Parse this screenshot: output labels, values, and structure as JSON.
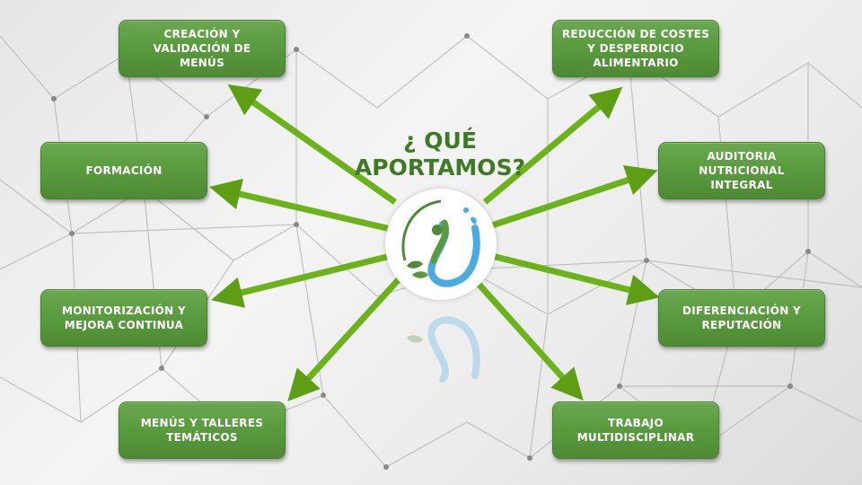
{
  "title": "¿ QUÉ\nAPORTAMOS?",
  "colors": {
    "box": "#5a9a3e",
    "arrow": "#6cb21a",
    "title": "#3e7a23",
    "logo_green": "#4f8a3a",
    "logo_blue": "#4aabe0"
  },
  "boxes": [
    {
      "id": "creacion",
      "label": "CREACIÓN Y\nVALIDACIÓN DE\nMENÚS"
    },
    {
      "id": "formacion",
      "label": "FORMACIÓN"
    },
    {
      "id": "monitorizacion",
      "label": "MONITORIZACIÓN Y\nMEJORA CONTINUA"
    },
    {
      "id": "menus-talleres",
      "label": "MENÚS Y TALLERES\nTEMÁTICOS"
    },
    {
      "id": "reduccion",
      "label": "REDUCCIÓN DE COSTES\nY DESPERDICIO\nALIMENTARIO"
    },
    {
      "id": "auditoria",
      "label": "AUDITORIA\nNUTRICIONAL\nINTEGRAL"
    },
    {
      "id": "diferenciacion",
      "label": "DIFERENCIACIÓN Y\nREPUTACIÓN"
    },
    {
      "id": "trabajo",
      "label": "TRABAJO\nMULTIDISCIPLINAR"
    }
  ],
  "icons": {
    "logo": "leaf-water-figure-logo"
  }
}
